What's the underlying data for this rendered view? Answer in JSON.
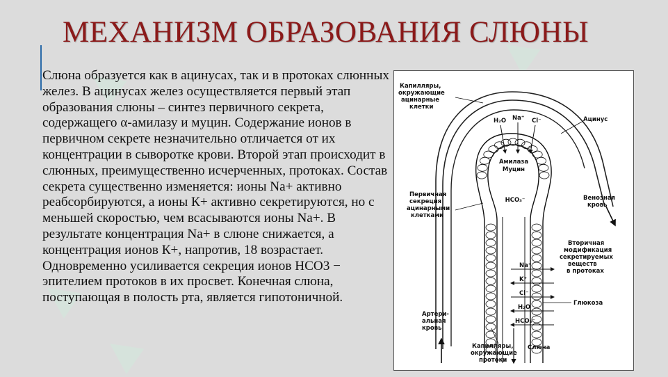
{
  "slide": {
    "title": "МЕХАНИЗМ ОБРАЗОВАНИЯ СЛЮНЫ",
    "body": "Слюна образуется как в ацинусах, так и в протоках слюнных желез. В ацинусах желез осуществляется первый этап образования слюны – синтез первичного секрета, содержащего α-амилазу и муцин. Содержание ионов в первичном секрете незначительно отличается от их концентрации в сыворотке крови. Второй этап происходит в слюнных, преимущественно исчерченных, протоках. Состав секрета существенно изменяется: ионы Na+ активно реабсорбируются, а ионы К+ активно секретируются, но с меньшей скоростью, чем всасываются ионы Na+. В результате концентрация Na+ в слюне снижается, а концентрация ионов К+, напротив, 18 возрастает. Одновременно усиливается секреция ионов НСО3 − эпителием протоков в их просвет. Конечная слюна, поступающая в полость рта, является гипотоничной.",
    "title_color": "#8b1a1a"
  },
  "diagram": {
    "capillaries_acinar": [
      "Капилляры,",
      "окружающие",
      "ацинарные",
      "клетки"
    ],
    "h2o": "H₂O",
    "na": "Na⁺",
    "cl": "Cl⁻",
    "acinus": "Ацинус",
    "amylase": "Амилаза",
    "mucin": "Муцин",
    "hco3": "HCO₃⁻",
    "primary_secretion": [
      "Первичная",
      "секреция",
      "ацинарными",
      "клетками"
    ],
    "venous_blood": [
      "Венозная",
      "кровь"
    ],
    "secondary_mod": [
      "Вторичная",
      "модификация",
      "секретируемых",
      "веществ",
      "в протоках"
    ],
    "duct_na": "Na⁺",
    "duct_k": "K⁺",
    "duct_cl": "Cl⁻",
    "duct_h2o": "H₂O",
    "duct_hco3": "HCO₃⁻",
    "glucose": "Глюкоза",
    "arterial_blood": [
      "Артери-",
      "альная",
      "кровь"
    ],
    "capillaries_duct": [
      "Капилляры,",
      "окружающие",
      "протоки"
    ],
    "saliva": "Слюна"
  }
}
